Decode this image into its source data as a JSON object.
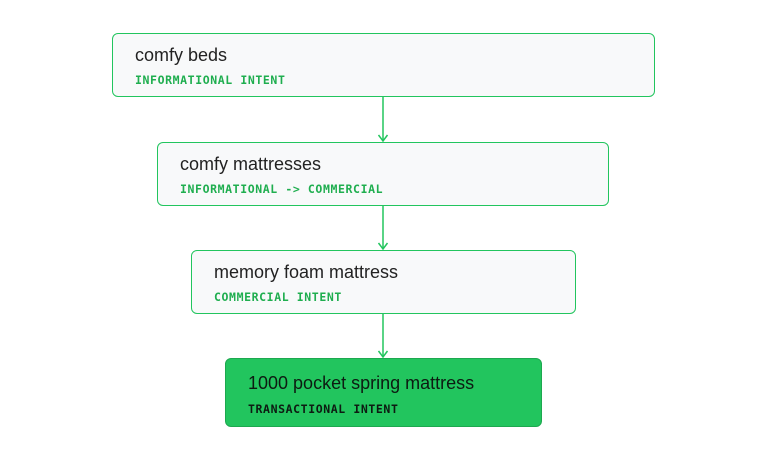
{
  "flow": {
    "nodes": [
      {
        "title": "comfy beds",
        "intent": "INFORMATIONAL INTENT"
      },
      {
        "title": "comfy mattresses",
        "intent": "INFORMATIONAL -> COMMERCIAL"
      },
      {
        "title": "memory foam mattress",
        "intent": "COMMERCIAL INTENT"
      },
      {
        "title": "1000 pocket spring mattress",
        "intent": "TRANSACTIONAL INTENT"
      }
    ]
  },
  "colors": {
    "accent": "#22c55e",
    "node_background": "#f8f9fa",
    "final_node_background": "#22c55e",
    "title_text": "#222222"
  }
}
